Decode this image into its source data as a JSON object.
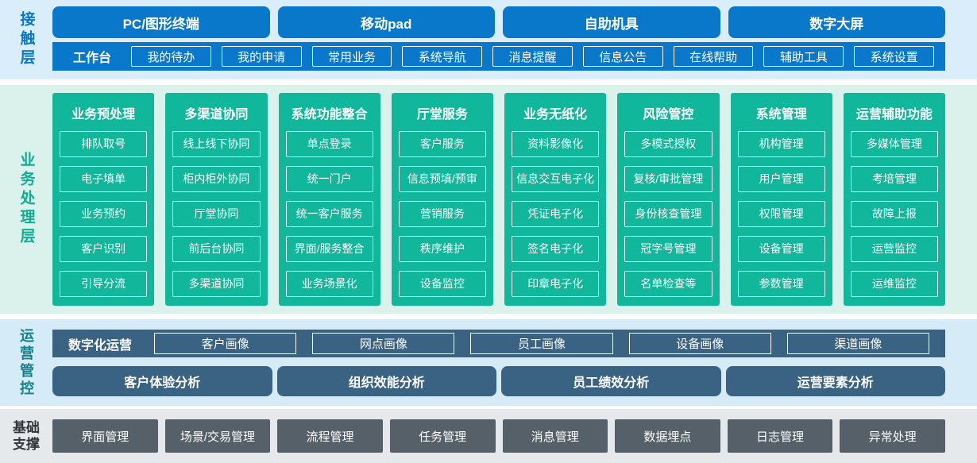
{
  "colors": {
    "blue": "#0a78ca",
    "section1_bg": "#d9eefa",
    "teal": "#10b79a",
    "section2_bg": "#dbf2ec",
    "dark_blue": "#3a6282",
    "section3_bg": "#d5ebf7",
    "gray_box": "#566069",
    "section4_bg": "#e6e9eb"
  },
  "contact_layer": {
    "label": "接触层",
    "channels": [
      "PC/图形终端",
      "移动pad",
      "自助机具",
      "数字大屏"
    ],
    "workbench": {
      "label": "工作台",
      "items": [
        "我的待办",
        "我的申请",
        "常用业务",
        "系统导航",
        "消息提醒",
        "信息公告",
        "在线帮助",
        "辅助工具",
        "系统设置"
      ]
    }
  },
  "business_layer": {
    "label": "业务处理层",
    "columns": [
      {
        "title": "业务预处理",
        "items": [
          "排队取号",
          "电子填单",
          "业务预约",
          "客户识别",
          "引导分流"
        ]
      },
      {
        "title": "多渠道协同",
        "items": [
          "线上线下协同",
          "柜内柜外协同",
          "厅堂协同",
          "前后台协同",
          "多渠道协同"
        ]
      },
      {
        "title": "系统功能整合",
        "items": [
          "单点登录",
          "统一门户",
          "统一客户服务",
          "界面/服务整合",
          "业务场景化"
        ]
      },
      {
        "title": "厅堂服务",
        "items": [
          "客户服务",
          "信息预填/预审",
          "营销服务",
          "秩序维护",
          "设备监控"
        ]
      },
      {
        "title": "业务无纸化",
        "items": [
          "资料影像化",
          "信息交互电子化",
          "凭证电子化",
          "签名电子化",
          "印章电子化"
        ]
      },
      {
        "title": "风险管控",
        "items": [
          "多模式授权",
          "复核/审批管理",
          "身份核查管理",
          "冠字号管理",
          "名单检查等"
        ]
      },
      {
        "title": "系统管理",
        "items": [
          "机构管理",
          "用户管理",
          "权限管理",
          "设备管理",
          "参数管理"
        ]
      },
      {
        "title": "运营辅助功能",
        "items": [
          "多媒体管理",
          "考培管理",
          "故障上报",
          "运营监控",
          "运维监控"
        ]
      }
    ]
  },
  "operation_layer": {
    "label": "运营管控",
    "digital_ops": {
      "label": "数字化运营",
      "items": [
        "客户画像",
        "网点画像",
        "员工画像",
        "设备画像",
        "渠道画像"
      ]
    },
    "analysis": [
      "客户体验分析",
      "组织效能分析",
      "员工绩效分析",
      "运营要素分析"
    ]
  },
  "foundation_layer": {
    "label": "基础支撑",
    "items": [
      "界面管理",
      "场景/交易管理",
      "流程管理",
      "任务管理",
      "消息管理",
      "数据埋点",
      "日志管理",
      "异常处理"
    ]
  }
}
